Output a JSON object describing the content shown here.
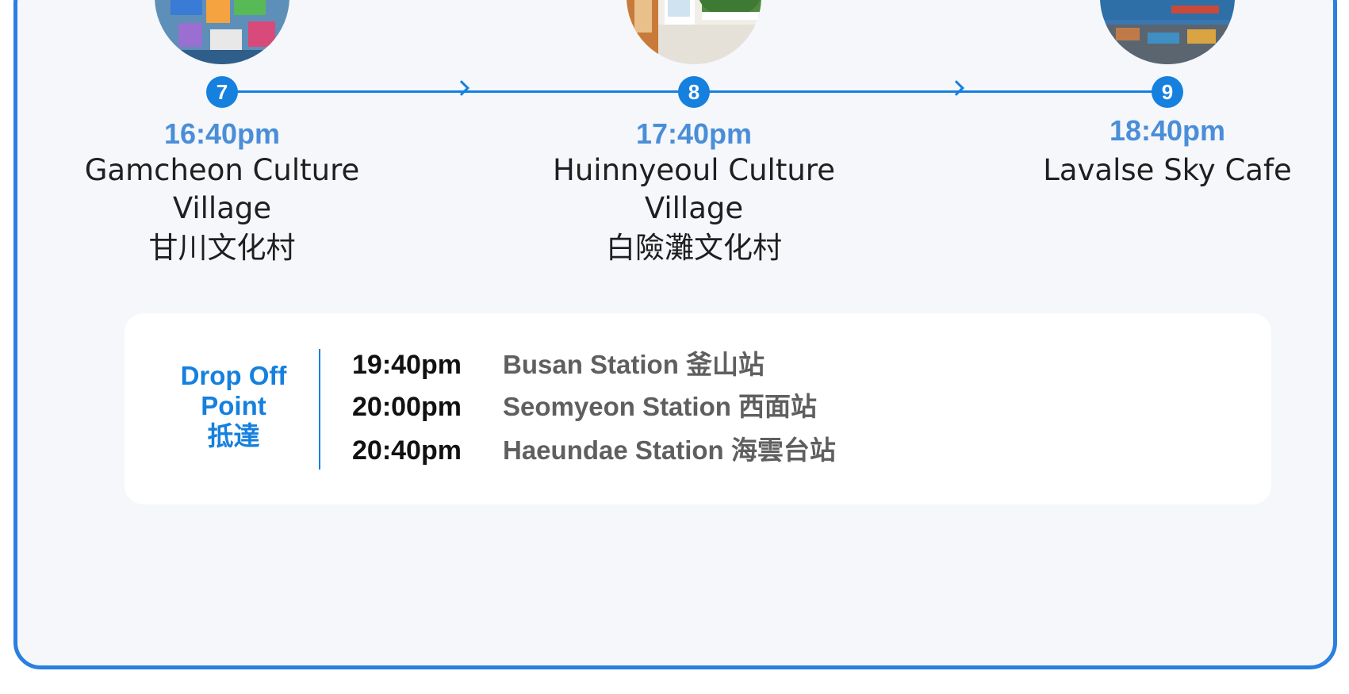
{
  "itinerary": {
    "stops": [
      {
        "number": "7",
        "time": "16:40pm",
        "name_line1": "Gamcheon Culture",
        "name_line2": "Village",
        "name_zh": "甘川文化村",
        "icon": "village-photo"
      },
      {
        "number": "8",
        "time": "17:40pm",
        "name_line1": "Huinnyeoul Culture",
        "name_line2": "Village",
        "name_zh": "白險灘文化村",
        "icon": "seaside-house-photo"
      },
      {
        "number": "9",
        "time": "18:40pm",
        "name_line1": "Lavalse Sky Cafe",
        "name_line2": "",
        "name_zh": "",
        "icon": "harbor-photo"
      }
    ],
    "accent_color": "#1580de"
  },
  "drop_off": {
    "label_line1": "Drop Off",
    "label_line2": "Point",
    "label_zh": "抵達",
    "rows": [
      {
        "time": "19:40pm",
        "station": "Busan Station 釜山站"
      },
      {
        "time": "20:00pm",
        "station": "Seomyeon Station 西面站"
      },
      {
        "time": "20:40pm",
        "station": "Haeundae Station 海雲台站"
      }
    ]
  }
}
